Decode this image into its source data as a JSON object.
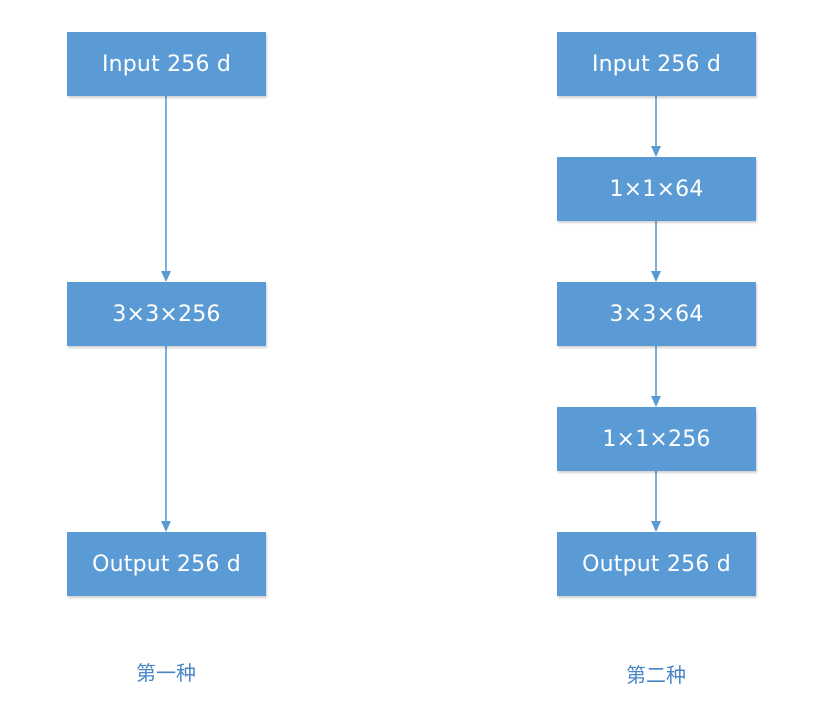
{
  "left": {
    "nodes": [
      "Input 256 d",
      "3×3×256",
      "Output 256 d"
    ],
    "caption": "第一种"
  },
  "right": {
    "nodes": [
      "Input 256 d",
      "1×1×64",
      "3×3×64",
      "1×1×256",
      "Output 256 d"
    ],
    "caption": "第二种"
  },
  "colors": {
    "box_fill": "#5b9bd5",
    "box_text": "#ffffff",
    "arrow": "#5b9bd5",
    "caption": "#4a86c5"
  }
}
